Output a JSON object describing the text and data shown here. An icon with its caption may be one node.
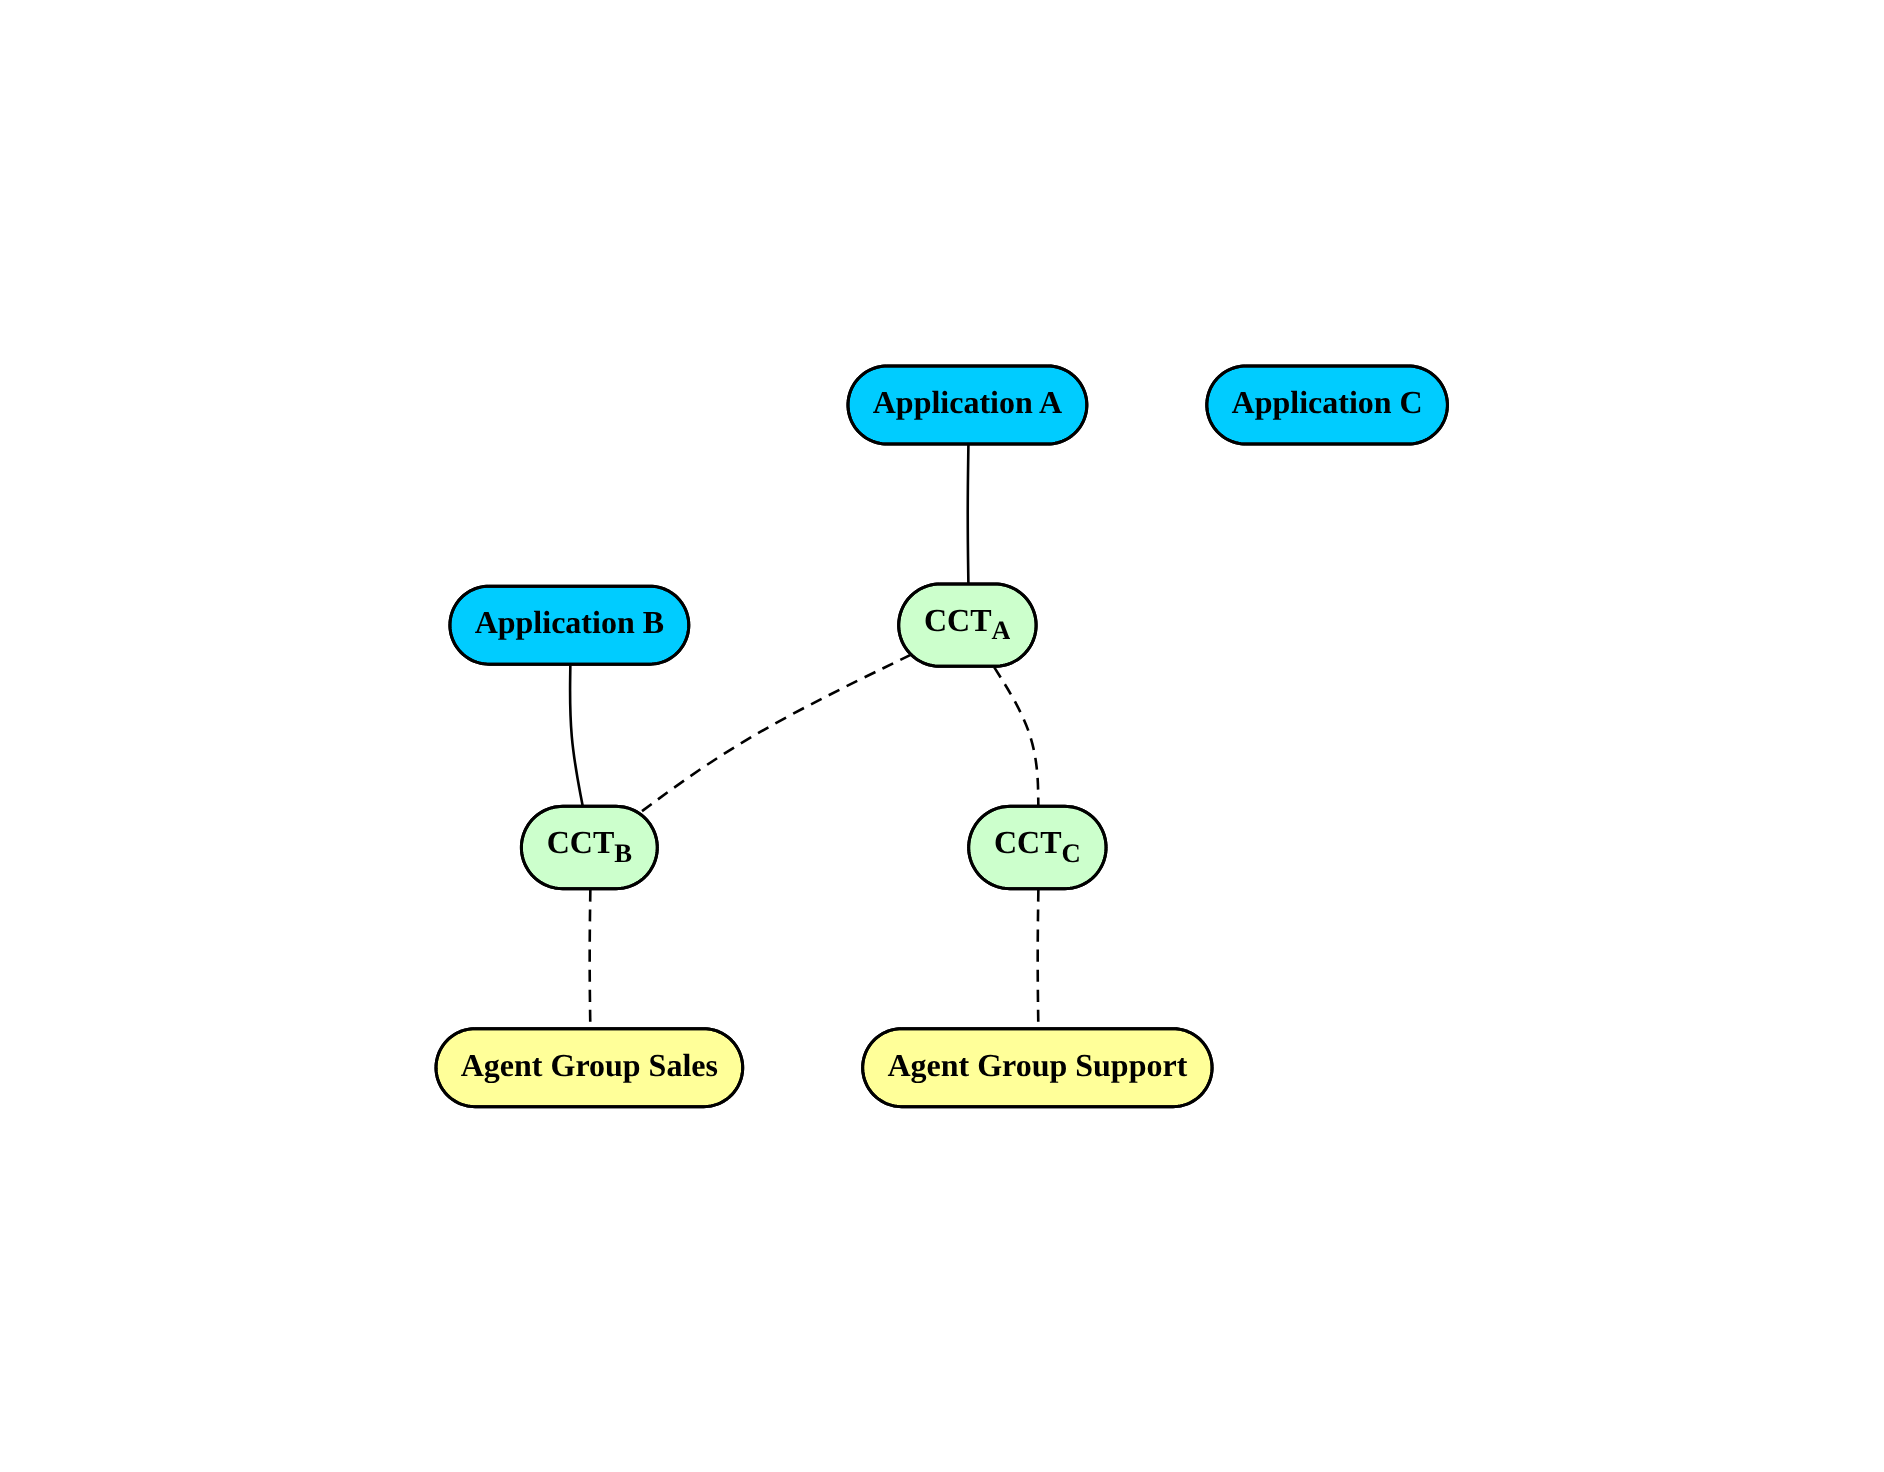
{
  "diagram": {
    "nodes": [
      {
        "text": [
          "Application A"
        ]
      },
      {
        "text": [
          "Application B"
        ]
      },
      {
        "text": [
          "Application C"
        ]
      },
      {
        "text": [
          "CCT$_{A}$"
        ]
      },
      {
        "text": [
          "CCT$_{B}$"
        ]
      },
      {
        "text": [
          "CCT$_{C}$"
        ]
      },
      {
        "text": [
          "Agent Group Sales"
        ]
      },
      {
        "text": [
          "Agent Group Support"
        ]
      }
    ],
    "edges": [
      {
        "from": 0,
        "to": 3,
        "arrow": "none"
      },
      {
        "from": 1,
        "to": 4,
        "arrow": "none"
      },
      {
        "from": 3,
        "to": 4,
        "arrow": "none",
        "style": "dashed"
      },
      {
        "from": 3,
        "to": 5,
        "arrow": "none",
        "style": "dashed"
      },
      {
        "from": 4,
        "to": 6,
        "arrow": "none",
        "style": "dashed"
      },
      {
        "from": 5,
        "to": 7,
        "arrow": "none",
        "style": "dashed"
      }
    ]
  }
}
